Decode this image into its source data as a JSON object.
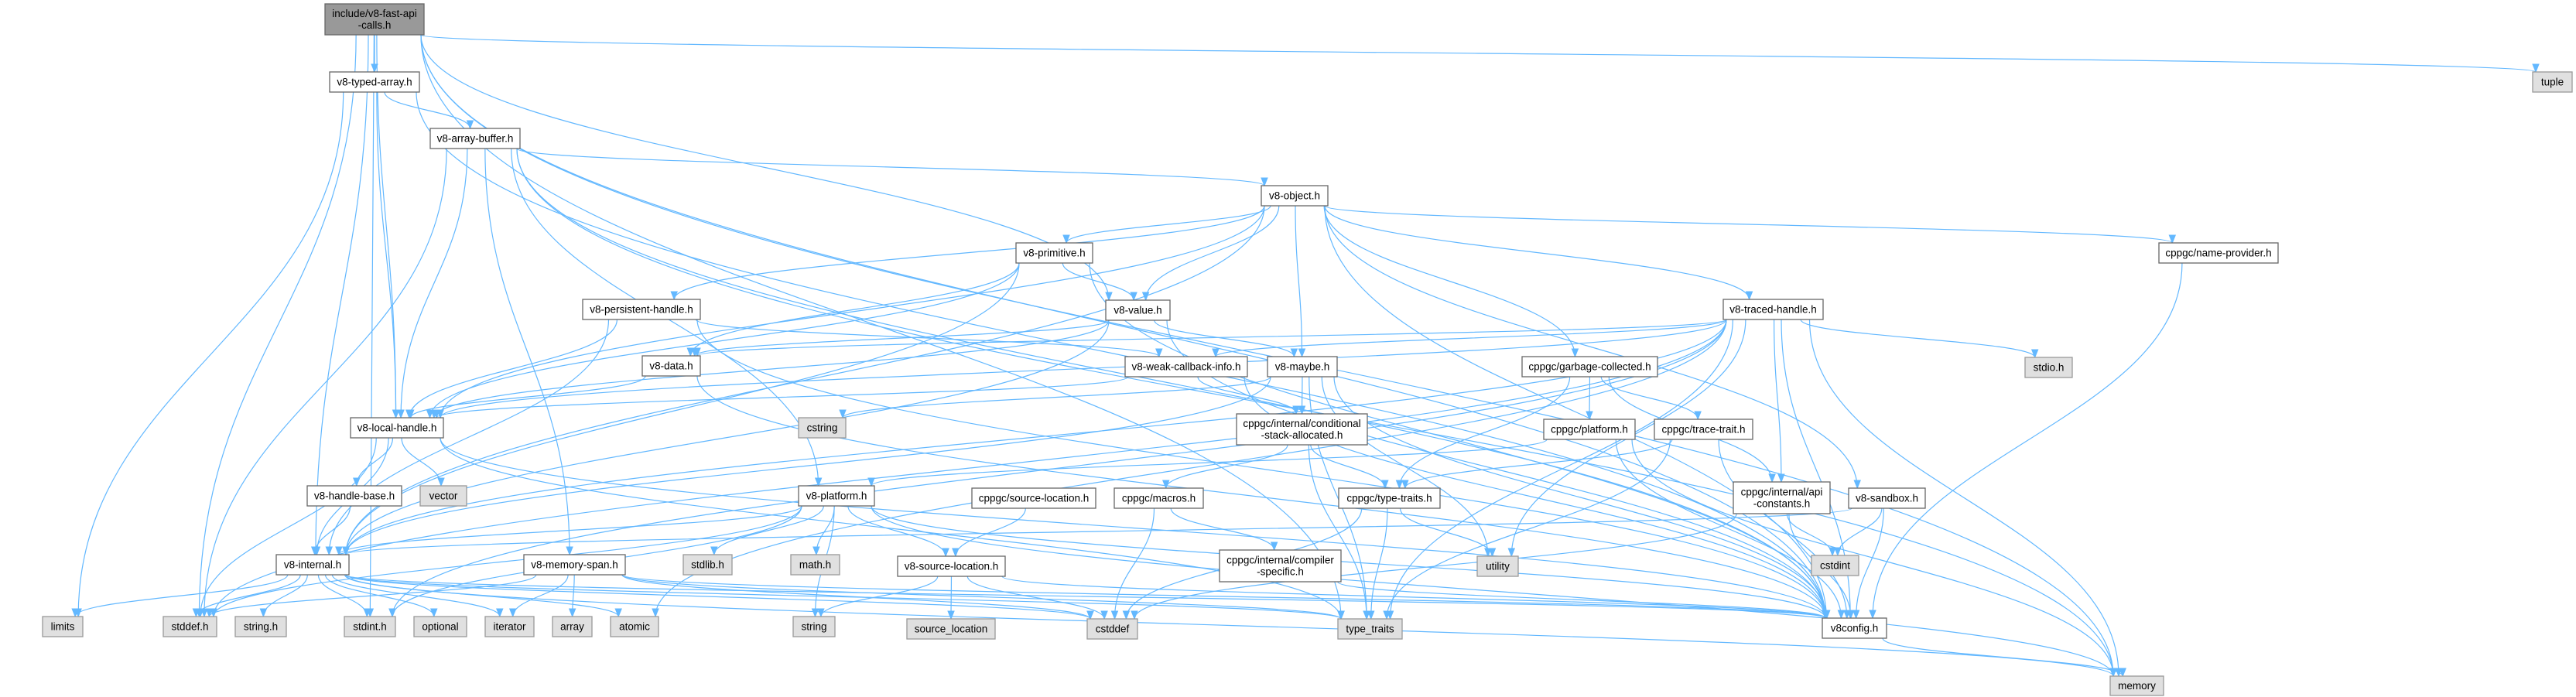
{
  "title": "include/v8-fast-api-calls.h include dependency graph",
  "colors": {
    "edge": "#63b8ff",
    "root_fill": "#999999",
    "system_fill": "#e0e0e0",
    "file_fill": "#ffffff"
  },
  "nodes": [
    {
      "id": "root",
      "label": [
        "include/v8-fast-api",
        "-calls.h"
      ],
      "kind": "root"
    },
    {
      "id": "typed",
      "label": [
        "v8-typed-array.h"
      ],
      "kind": "file"
    },
    {
      "id": "abuf",
      "label": [
        "v8-array-buffer.h"
      ],
      "kind": "file"
    },
    {
      "id": "object",
      "label": [
        "v8-object.h"
      ],
      "kind": "file"
    },
    {
      "id": "prim",
      "label": [
        "v8-primitive.h"
      ],
      "kind": "file"
    },
    {
      "id": "value",
      "label": [
        "v8-value.h"
      ],
      "kind": "file"
    },
    {
      "id": "namep",
      "label": [
        "cppgc/name-provider.h"
      ],
      "kind": "file"
    },
    {
      "id": "persist",
      "label": [
        "v8-persistent-handle.h"
      ],
      "kind": "file"
    },
    {
      "id": "traced",
      "label": [
        "v8-traced-handle.h"
      ],
      "kind": "file"
    },
    {
      "id": "data",
      "label": [
        "v8-data.h"
      ],
      "kind": "file"
    },
    {
      "id": "weak",
      "label": [
        "v8-weak-callback-info.h"
      ],
      "kind": "file"
    },
    {
      "id": "maybe",
      "label": [
        "v8-maybe.h"
      ],
      "kind": "file"
    },
    {
      "id": "gc",
      "label": [
        "cppgc/garbage-collected.h"
      ],
      "kind": "file"
    },
    {
      "id": "stdio",
      "label": [
        "stdio.h"
      ],
      "kind": "sys"
    },
    {
      "id": "cstring",
      "label": [
        "cstring"
      ],
      "kind": "sys"
    },
    {
      "id": "local",
      "label": [
        "v8-local-handle.h"
      ],
      "kind": "file"
    },
    {
      "id": "cond",
      "label": [
        "cppgc/internal/conditional",
        "-stack-allocated.h"
      ],
      "kind": "file"
    },
    {
      "id": "cplat",
      "label": [
        "cppgc/platform.h"
      ],
      "kind": "file"
    },
    {
      "id": "trace",
      "label": [
        "cppgc/trace-trait.h"
      ],
      "kind": "file"
    },
    {
      "id": "vector",
      "label": [
        "vector"
      ],
      "kind": "sys"
    },
    {
      "id": "hbase",
      "label": [
        "v8-handle-base.h"
      ],
      "kind": "file"
    },
    {
      "id": "platform",
      "label": [
        "v8-platform.h"
      ],
      "kind": "file"
    },
    {
      "id": "csrc",
      "label": [
        "cppgc/source-location.h"
      ],
      "kind": "file"
    },
    {
      "id": "macros",
      "label": [
        "cppgc/macros.h"
      ],
      "kind": "file"
    },
    {
      "id": "ttraits",
      "label": [
        "cppgc/type-traits.h"
      ],
      "kind": "file"
    },
    {
      "id": "apic",
      "label": [
        "cppgc/internal/api",
        "-constants.h"
      ],
      "kind": "file"
    },
    {
      "id": "sandbox",
      "label": [
        "v8-sandbox.h"
      ],
      "kind": "file"
    },
    {
      "id": "internal",
      "label": [
        "v8-internal.h"
      ],
      "kind": "file"
    },
    {
      "id": "mspan",
      "label": [
        "v8-memory-span.h"
      ],
      "kind": "file"
    },
    {
      "id": "stdlib",
      "label": [
        "stdlib.h"
      ],
      "kind": "sys"
    },
    {
      "id": "math",
      "label": [
        "math.h"
      ],
      "kind": "sys"
    },
    {
      "id": "v8src",
      "label": [
        "v8-source-location.h"
      ],
      "kind": "file"
    },
    {
      "id": "compiler",
      "label": [
        "cppgc/internal/compiler",
        "-specific.h"
      ],
      "kind": "file"
    },
    {
      "id": "utility",
      "label": [
        "utility"
      ],
      "kind": "sys"
    },
    {
      "id": "cstdint",
      "label": [
        "cstdint"
      ],
      "kind": "sys"
    },
    {
      "id": "limits",
      "label": [
        "limits"
      ],
      "kind": "sys"
    },
    {
      "id": "stddef",
      "label": [
        "stddef.h"
      ],
      "kind": "sys"
    },
    {
      "id": "stringh",
      "label": [
        "string.h"
      ],
      "kind": "sys"
    },
    {
      "id": "stdint",
      "label": [
        "stdint.h"
      ],
      "kind": "sys"
    },
    {
      "id": "optional",
      "label": [
        "optional"
      ],
      "kind": "sys"
    },
    {
      "id": "iterator",
      "label": [
        "iterator"
      ],
      "kind": "sys"
    },
    {
      "id": "array",
      "label": [
        "array"
      ],
      "kind": "sys"
    },
    {
      "id": "atomic",
      "label": [
        "atomic"
      ],
      "kind": "sys"
    },
    {
      "id": "string",
      "label": [
        "string"
      ],
      "kind": "sys"
    },
    {
      "id": "srcloc",
      "label": [
        "source_location"
      ],
      "kind": "sys"
    },
    {
      "id": "cstddef",
      "label": [
        "cstddef"
      ],
      "kind": "sys"
    },
    {
      "id": "typetraits",
      "label": [
        "type_traits"
      ],
      "kind": "sys"
    },
    {
      "id": "v8config",
      "label": [
        "v8config.h"
      ],
      "kind": "file"
    },
    {
      "id": "memory",
      "label": [
        "memory"
      ],
      "kind": "sys"
    },
    {
      "id": "tuple",
      "label": [
        "tuple"
      ],
      "kind": "sys"
    }
  ],
  "edges": [
    [
      "root",
      "typed"
    ],
    [
      "root",
      "internal"
    ],
    [
      "root",
      "local"
    ],
    [
      "root",
      "value"
    ],
    [
      "root",
      "v8config"
    ],
    [
      "root",
      "stddef"
    ],
    [
      "root",
      "stdint"
    ],
    [
      "root",
      "tuple"
    ],
    [
      "root",
      "typetraits"
    ],
    [
      "root",
      "memory"
    ],
    [
      "typed",
      "abuf"
    ],
    [
      "typed",
      "local"
    ],
    [
      "typed",
      "v8config"
    ],
    [
      "typed",
      "limits"
    ],
    [
      "abuf",
      "object"
    ],
    [
      "abuf",
      "local"
    ],
    [
      "abuf",
      "mspan"
    ],
    [
      "abuf",
      "platform"
    ],
    [
      "abuf",
      "v8config"
    ],
    [
      "abuf",
      "memory"
    ],
    [
      "abuf",
      "stddef"
    ],
    [
      "object",
      "prim"
    ],
    [
      "object",
      "value"
    ],
    [
      "object",
      "maybe"
    ],
    [
      "object",
      "persist"
    ],
    [
      "object",
      "traced"
    ],
    [
      "object",
      "local"
    ],
    [
      "object",
      "internal"
    ],
    [
      "object",
      "gc"
    ],
    [
      "object",
      "namep"
    ],
    [
      "object",
      "sandbox"
    ],
    [
      "object",
      "v8config"
    ],
    [
      "prim",
      "value"
    ],
    [
      "prim",
      "data"
    ],
    [
      "prim",
      "local"
    ],
    [
      "prim",
      "internal"
    ],
    [
      "prim",
      "v8config"
    ],
    [
      "value",
      "data"
    ],
    [
      "value",
      "maybe"
    ],
    [
      "value",
      "local"
    ],
    [
      "value",
      "internal"
    ],
    [
      "value",
      "v8config"
    ],
    [
      "persist",
      "local"
    ],
    [
      "persist",
      "internal"
    ],
    [
      "persist",
      "weak"
    ],
    [
      "persist",
      "v8config"
    ],
    [
      "traced",
      "local"
    ],
    [
      "traced",
      "internal"
    ],
    [
      "traced",
      "weak"
    ],
    [
      "traced",
      "data"
    ],
    [
      "traced",
      "stdio"
    ],
    [
      "traced",
      "stddef"
    ],
    [
      "traced",
      "stdint"
    ],
    [
      "traced",
      "atomic"
    ],
    [
      "traced",
      "memory"
    ],
    [
      "traced",
      "typetraits"
    ],
    [
      "traced",
      "utility"
    ],
    [
      "traced",
      "apic"
    ],
    [
      "traced",
      "v8config"
    ],
    [
      "data",
      "local"
    ],
    [
      "data",
      "v8config"
    ],
    [
      "weak",
      "cond"
    ],
    [
      "weak",
      "local"
    ],
    [
      "weak",
      "v8config"
    ],
    [
      "maybe",
      "cond"
    ],
    [
      "maybe",
      "internal"
    ],
    [
      "maybe",
      "cstring"
    ],
    [
      "maybe",
      "typetraits"
    ],
    [
      "maybe",
      "utility"
    ],
    [
      "maybe",
      "v8config"
    ],
    [
      "cond",
      "macros"
    ],
    [
      "cond",
      "ttraits"
    ],
    [
      "cond",
      "typetraits"
    ],
    [
      "gc",
      "cplat"
    ],
    [
      "gc",
      "trace"
    ],
    [
      "gc",
      "ttraits"
    ],
    [
      "gc",
      "apic"
    ],
    [
      "cplat",
      "platform"
    ],
    [
      "cplat",
      "v8config"
    ],
    [
      "cplat",
      "memory"
    ],
    [
      "trace",
      "ttraits"
    ],
    [
      "trace",
      "typetraits"
    ],
    [
      "trace",
      "v8config"
    ],
    [
      "platform",
      "v8src"
    ],
    [
      "platform",
      "internal"
    ],
    [
      "platform",
      "v8config"
    ],
    [
      "platform",
      "stddef"
    ],
    [
      "platform",
      "stdint"
    ],
    [
      "platform",
      "stdlib"
    ],
    [
      "platform",
      "math"
    ],
    [
      "platform",
      "memory"
    ],
    [
      "platform",
      "string"
    ],
    [
      "csrc",
      "v8src"
    ],
    [
      "macros",
      "cstddef"
    ],
    [
      "macros",
      "compiler"
    ],
    [
      "ttraits",
      "cstddef"
    ],
    [
      "ttraits",
      "typetraits"
    ],
    [
      "ttraits",
      "utility"
    ],
    [
      "local",
      "hbase"
    ],
    [
      "local",
      "vector"
    ],
    [
      "local",
      "internal"
    ],
    [
      "local",
      "v8config"
    ],
    [
      "local",
      "stddef"
    ],
    [
      "local",
      "typetraits"
    ],
    [
      "hbase",
      "internal"
    ],
    [
      "internal",
      "limits"
    ],
    [
      "internal",
      "stddef"
    ],
    [
      "internal",
      "stringh"
    ],
    [
      "internal",
      "stdint"
    ],
    [
      "internal",
      "optional"
    ],
    [
      "internal",
      "iterator"
    ],
    [
      "internal",
      "atomic"
    ],
    [
      "internal",
      "memory"
    ],
    [
      "internal",
      "typetraits"
    ],
    [
      "internal",
      "v8config"
    ],
    [
      "internal",
      "cstddef"
    ],
    [
      "mspan",
      "array"
    ],
    [
      "mspan",
      "iterator"
    ],
    [
      "mspan",
      "stddef"
    ],
    [
      "mspan",
      "typetraits"
    ],
    [
      "mspan",
      "v8config"
    ],
    [
      "mspan",
      "cstddef"
    ],
    [
      "v8src",
      "srcloc"
    ],
    [
      "v8src",
      "cstddef"
    ],
    [
      "v8src",
      "string"
    ],
    [
      "v8src",
      "v8config"
    ],
    [
      "compiler",
      "v8config"
    ],
    [
      "apic",
      "cstdint"
    ],
    [
      "apic",
      "cstddef"
    ],
    [
      "apic",
      "v8config"
    ],
    [
      "sandbox",
      "cstdint"
    ],
    [
      "sandbox",
      "internal"
    ],
    [
      "sandbox",
      "v8config"
    ],
    [
      "namep",
      "v8config"
    ],
    [
      "v8config",
      "memory"
    ]
  ]
}
